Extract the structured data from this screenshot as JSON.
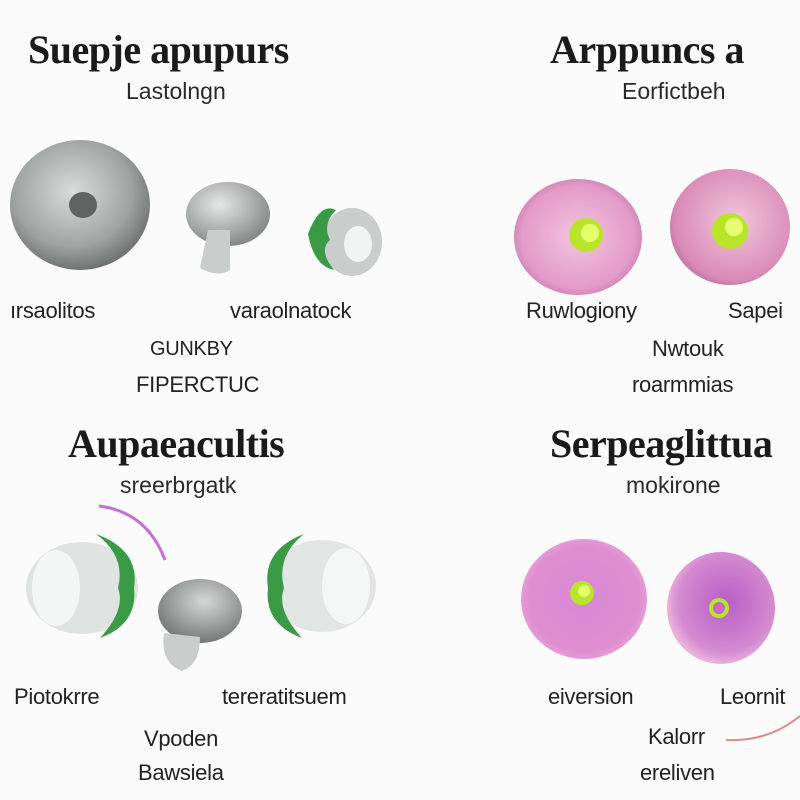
{
  "panels": [
    {
      "title": "Suepje apupurs",
      "subtitle": "Lastolngn",
      "labels": [
        "ırsaolitos",
        "varaolnatock",
        "GUNKBY",
        "FIPERCTUC"
      ]
    },
    {
      "title": "Arppuncs a",
      "subtitle": "Eorfictbeh",
      "labels": [
        "Ruwlogiony",
        "Sapei",
        "Nwtouk",
        "roarmmias"
      ]
    },
    {
      "title": "Aupaeacultis",
      "subtitle": "sreerbrgatk",
      "labels": [
        "Piotokrre",
        "tereratitsuem",
        "Vpoden",
        "Bawsiela"
      ]
    },
    {
      "title": "Serpeaglittua",
      "subtitle": "mokirone",
      "labels": [
        "eiversion",
        "Leornit",
        "Kalorr",
        "ereliven"
      ]
    }
  ],
  "colors": {
    "grey": "#8f9493",
    "light_grey": "#d7dcda",
    "green": "#3a9a45",
    "pink": "#e59ac8",
    "magenta": "#c86ac4",
    "lime": "#b8e52a",
    "accent_line": "#c36fd6",
    "pointer_line": "#e08a88"
  }
}
